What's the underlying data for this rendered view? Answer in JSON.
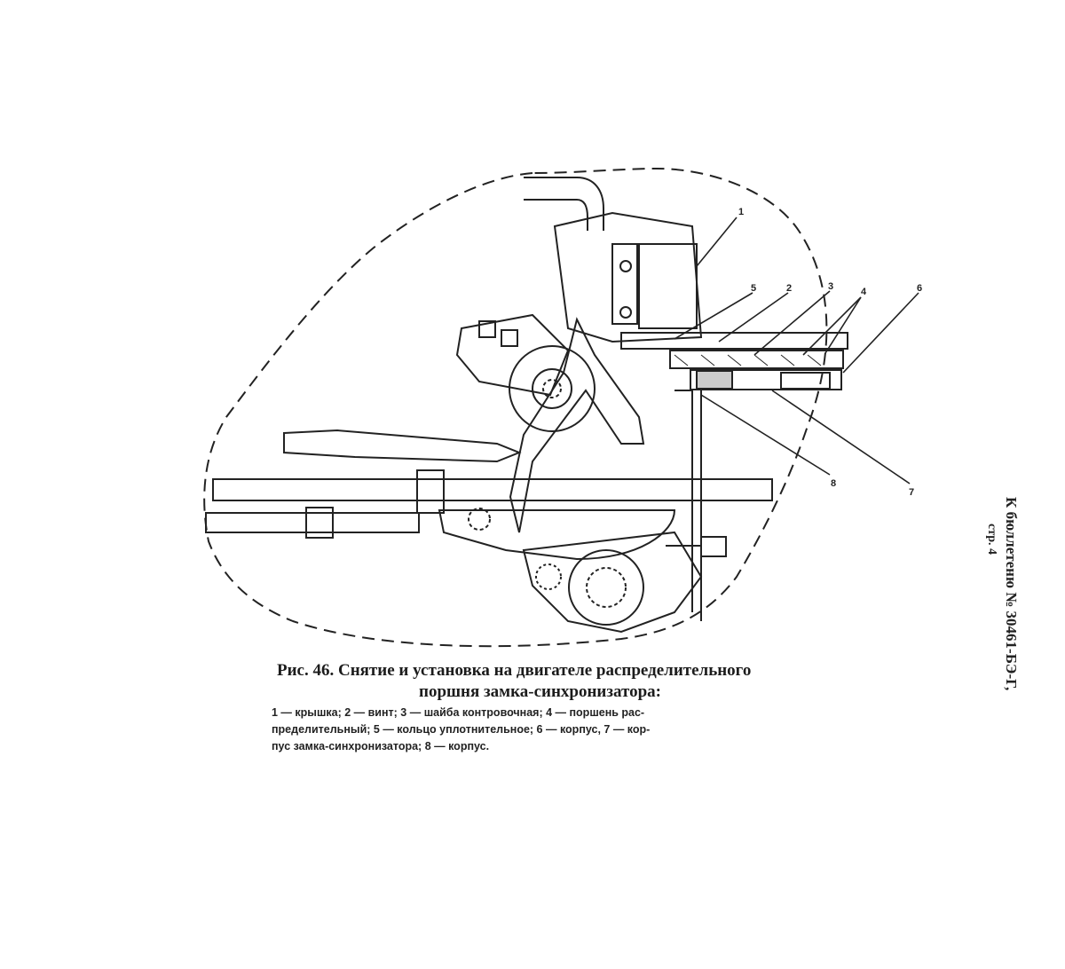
{
  "figure": {
    "callouts": [
      "1",
      "2",
      "3",
      "4",
      "5",
      "6",
      "7",
      "8"
    ]
  },
  "caption": {
    "title_line1": "Рис. 46. Снятие и установка на двигателе распределительного",
    "title_line2": "поршня замка-синхронизатора:",
    "legend_line1": "1 — крышка; 2 — винт; 3 — шайба контровочная; 4 — поршень рас-",
    "legend_line2": "пределительный; 5 — кольцо уплотнительное; 6 — корпус, 7 — кор-",
    "legend_line3": "пус замка-синхронизатора; 8 — корпус."
  },
  "side_note": {
    "line1": "К бюллетеню № 30461-БЭ-Г,",
    "line2": "стр. 4"
  }
}
